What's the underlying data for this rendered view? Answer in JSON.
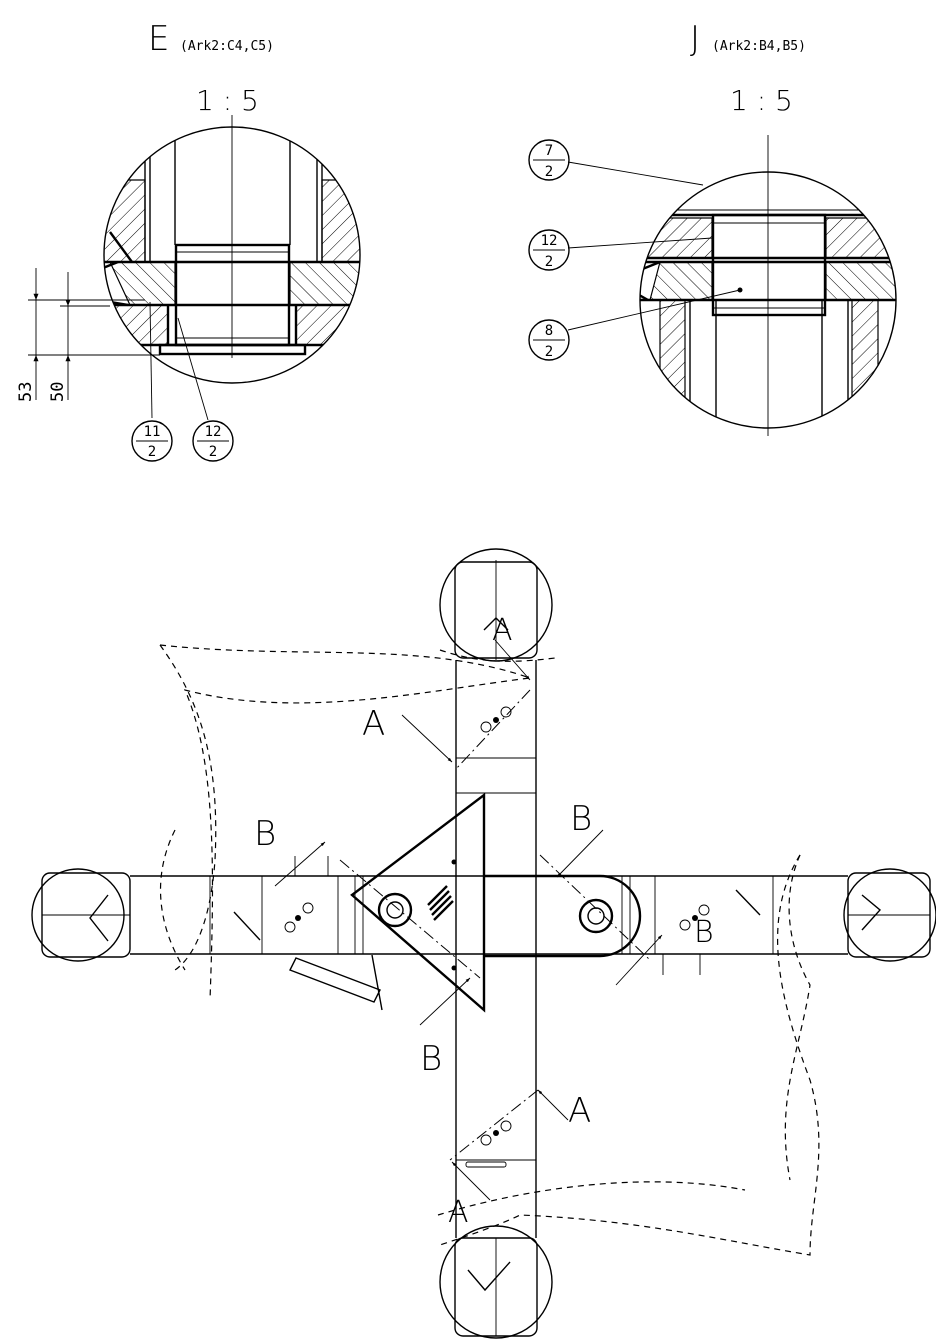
{
  "detail_e": {
    "letter": "E",
    "ref": "(Ark2:C4,C5)",
    "scale": "1 : 5",
    "dim_53": "53",
    "dim_50": "50",
    "balloons": [
      {
        "top": "11",
        "bottom": "2"
      },
      {
        "top": "12",
        "bottom": "2"
      }
    ]
  },
  "detail_j": {
    "letter": "J",
    "ref": "(Ark2:B4,B5)",
    "scale": "1 : 5",
    "balloons": [
      {
        "top": "7",
        "bottom": "2"
      },
      {
        "top": "12",
        "bottom": "2"
      },
      {
        "top": "8",
        "bottom": "2"
      }
    ]
  },
  "main_view": {
    "section_a_labels": [
      "A",
      "A",
      "A",
      "A"
    ],
    "section_b_labels": [
      "B",
      "B",
      "B",
      "B"
    ]
  }
}
